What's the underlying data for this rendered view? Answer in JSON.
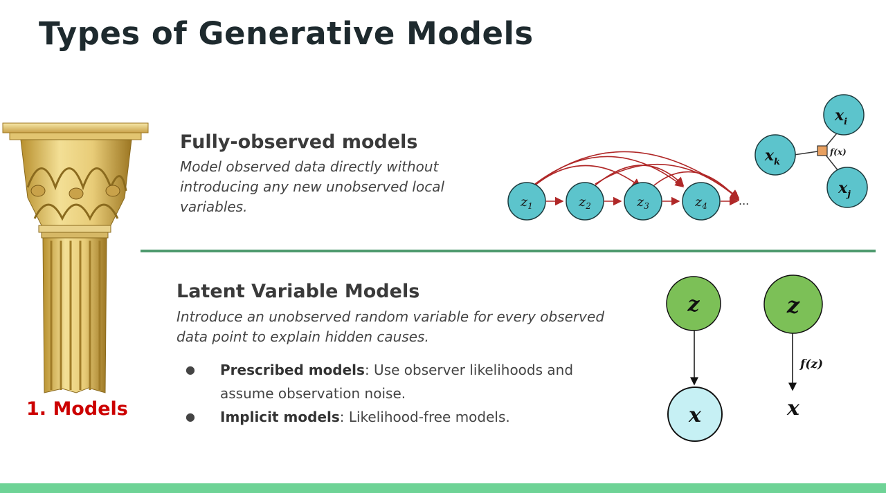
{
  "title": "Types of Generative Models",
  "pillar_label": "1. Models",
  "fully_observed": {
    "heading": "Fully-observed models",
    "description": "Model observed data directly without introducing any new unobserved local variables.",
    "chain_nodes": [
      "z1",
      "z2",
      "z3",
      "z4"
    ],
    "chain_ellipsis": "...",
    "factor_nodes": [
      "xi",
      "xk",
      "xj"
    ],
    "factor_label": "f(x)"
  },
  "latent": {
    "heading": "Latent Variable Models",
    "description": "Introduce an unobserved random variable for every observed data point to explain hidden causes.",
    "bullets": [
      {
        "bold": "Prescribed models",
        "text": ": Use observer likelihoods and assume observation noise."
      },
      {
        "bold": "Implicit models",
        "text": ": Likelihood-free models."
      }
    ],
    "prescribed_diagram": {
      "latent": "z",
      "observed": "x"
    },
    "implicit_diagram": {
      "latent": "z",
      "function": "f(z)",
      "observed": "x"
    }
  },
  "colors": {
    "title": "#1e2a2e",
    "accent_red": "#cc0000",
    "divider": "#4e9a6e",
    "bottom_bar": "#6ed396",
    "node_teal": "#5cc4cc",
    "node_green": "#7cc057",
    "arrow_red": "#b02828",
    "factor_box": "#e8a060"
  }
}
